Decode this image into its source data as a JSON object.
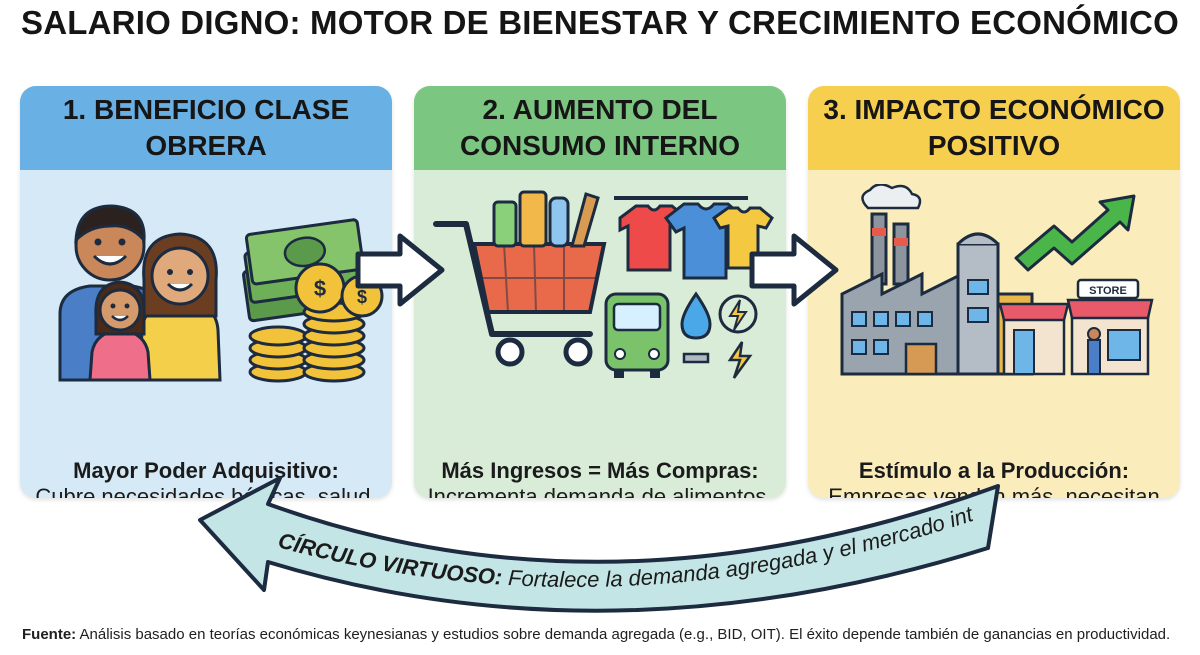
{
  "title": "SALARIO DIGNO: MOTOR DE BIENESTAR Y CRECIMIENTO ECONÓMICO",
  "steps": [
    {
      "heading": "1. BENEFICIO CLASE OBRERA",
      "lead": "Mayor Poder Adquisitivo:",
      "desc": "Cubre necesidades básicas, salud, educación, vivienda. Vida más digna."
    },
    {
      "heading": "2. AUMENTO DEL CONSUMO INTERNO",
      "lead": "Más Ingresos = Más Compras:",
      "desc": "Incrementa demanda de alimentos, ropa, transporte, servicios, ocio."
    },
    {
      "heading": "3. IMPACTO ECONÓMICO POSITIVO",
      "lead": "Estímulo a la Producción:",
      "desc": "Empresas venden más, necesitan producir más, generando empleo y crecimiento."
    }
  ],
  "store_sign": "STORE",
  "cycle": {
    "label": "CÍRCULO VIRTUOSO:",
    "text": " Fortalece la demanda agregada y el mercado interno."
  },
  "footer": {
    "label": "Fuente:",
    "text": " Análisis basado en teorías económicas keynesianas y estudios sobre demanda agregada (e.g., BID, OIT). El éxito depende también de ganancias en productividad."
  },
  "colors": {
    "card1_header": "#69b0e5",
    "card1_body": "#d6e9f7",
    "card2_header": "#7bc680",
    "card2_body": "#d8ecd7",
    "card3_header": "#f7cf4f",
    "card3_body": "#fbedbb",
    "cycle_arrow": "#c3e5e5"
  },
  "icons": [
    "family-icon",
    "money-coins-icon",
    "shopping-cart-icon",
    "clothes-icon",
    "bus-icon",
    "water-drop-icon",
    "lightning-icon",
    "factory-icon",
    "growth-arrow-icon",
    "store-icon"
  ]
}
